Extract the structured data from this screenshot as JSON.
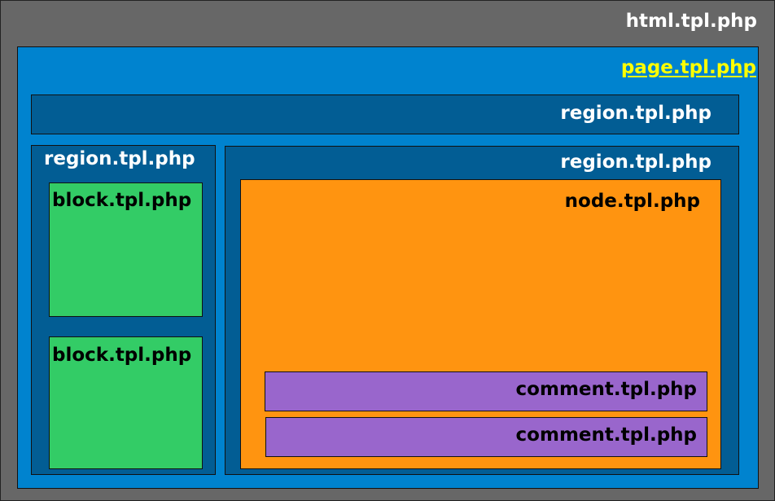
{
  "templates": {
    "html": {
      "label": "html.tpl.php"
    },
    "page": {
      "label": "page.tpl.php"
    },
    "region_top": {
      "label": "region.tpl.php"
    },
    "region_left": {
      "label": "region.tpl.php"
    },
    "region_right": {
      "label": "region.tpl.php"
    },
    "block_1": {
      "label": "block.tpl.php"
    },
    "block_2": {
      "label": "block.tpl.php"
    },
    "node": {
      "label": "node.tpl.php"
    },
    "comment_1": {
      "label": "comment.tpl.php"
    },
    "comment_2": {
      "label": "comment.tpl.php"
    }
  },
  "colors": {
    "html_bg": "#676767",
    "page_bg": "#0083cf",
    "region_bg": "#025d94",
    "block_bg": "#33cc66",
    "node_bg": "#ff9410",
    "comment_bg": "#9966cc",
    "page_label": "#ffff00"
  }
}
